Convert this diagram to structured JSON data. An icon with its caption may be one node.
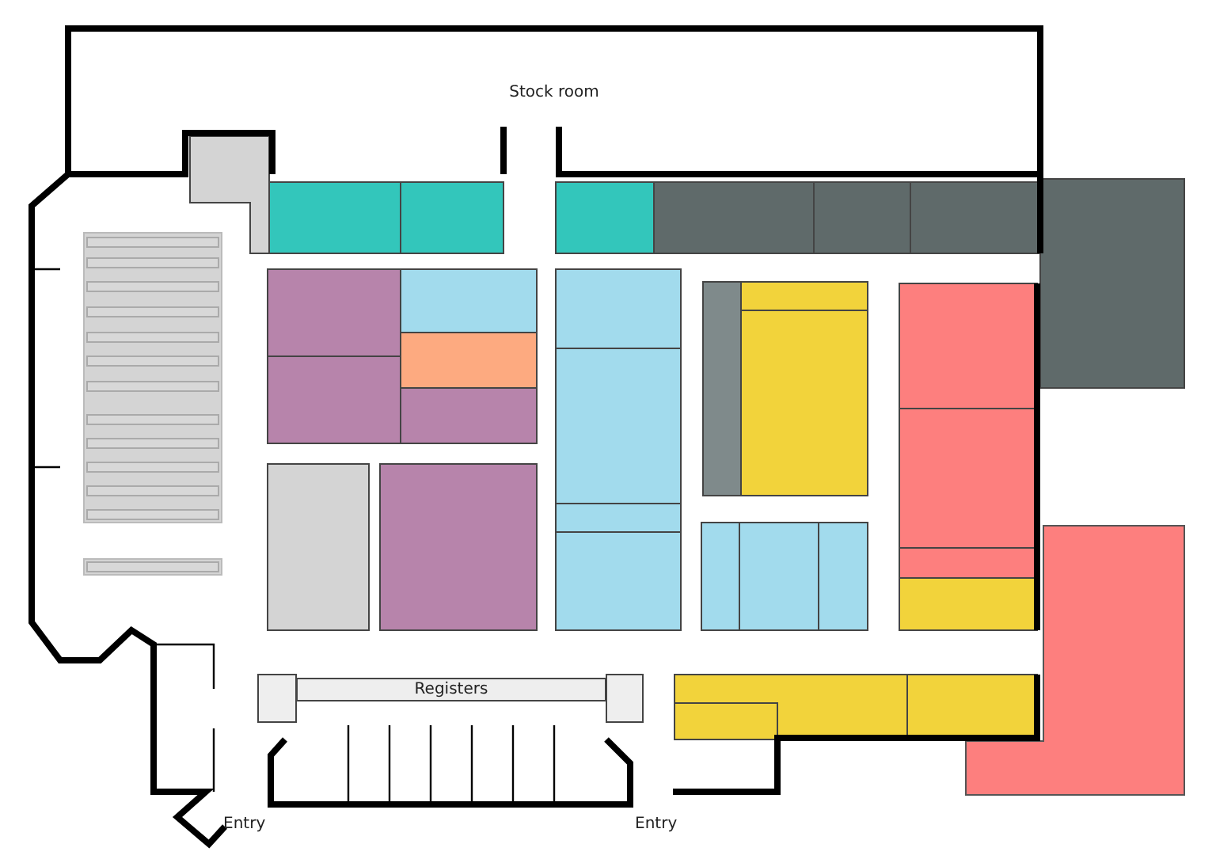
{
  "diagram": {
    "nodes": [
      {
        "text": [
          "Stock room"
        ]
      },
      {
        "text": [
          "Registers"
        ]
      }
    ],
    "labels": [
      "Entry",
      "Entry"
    ]
  }
}
